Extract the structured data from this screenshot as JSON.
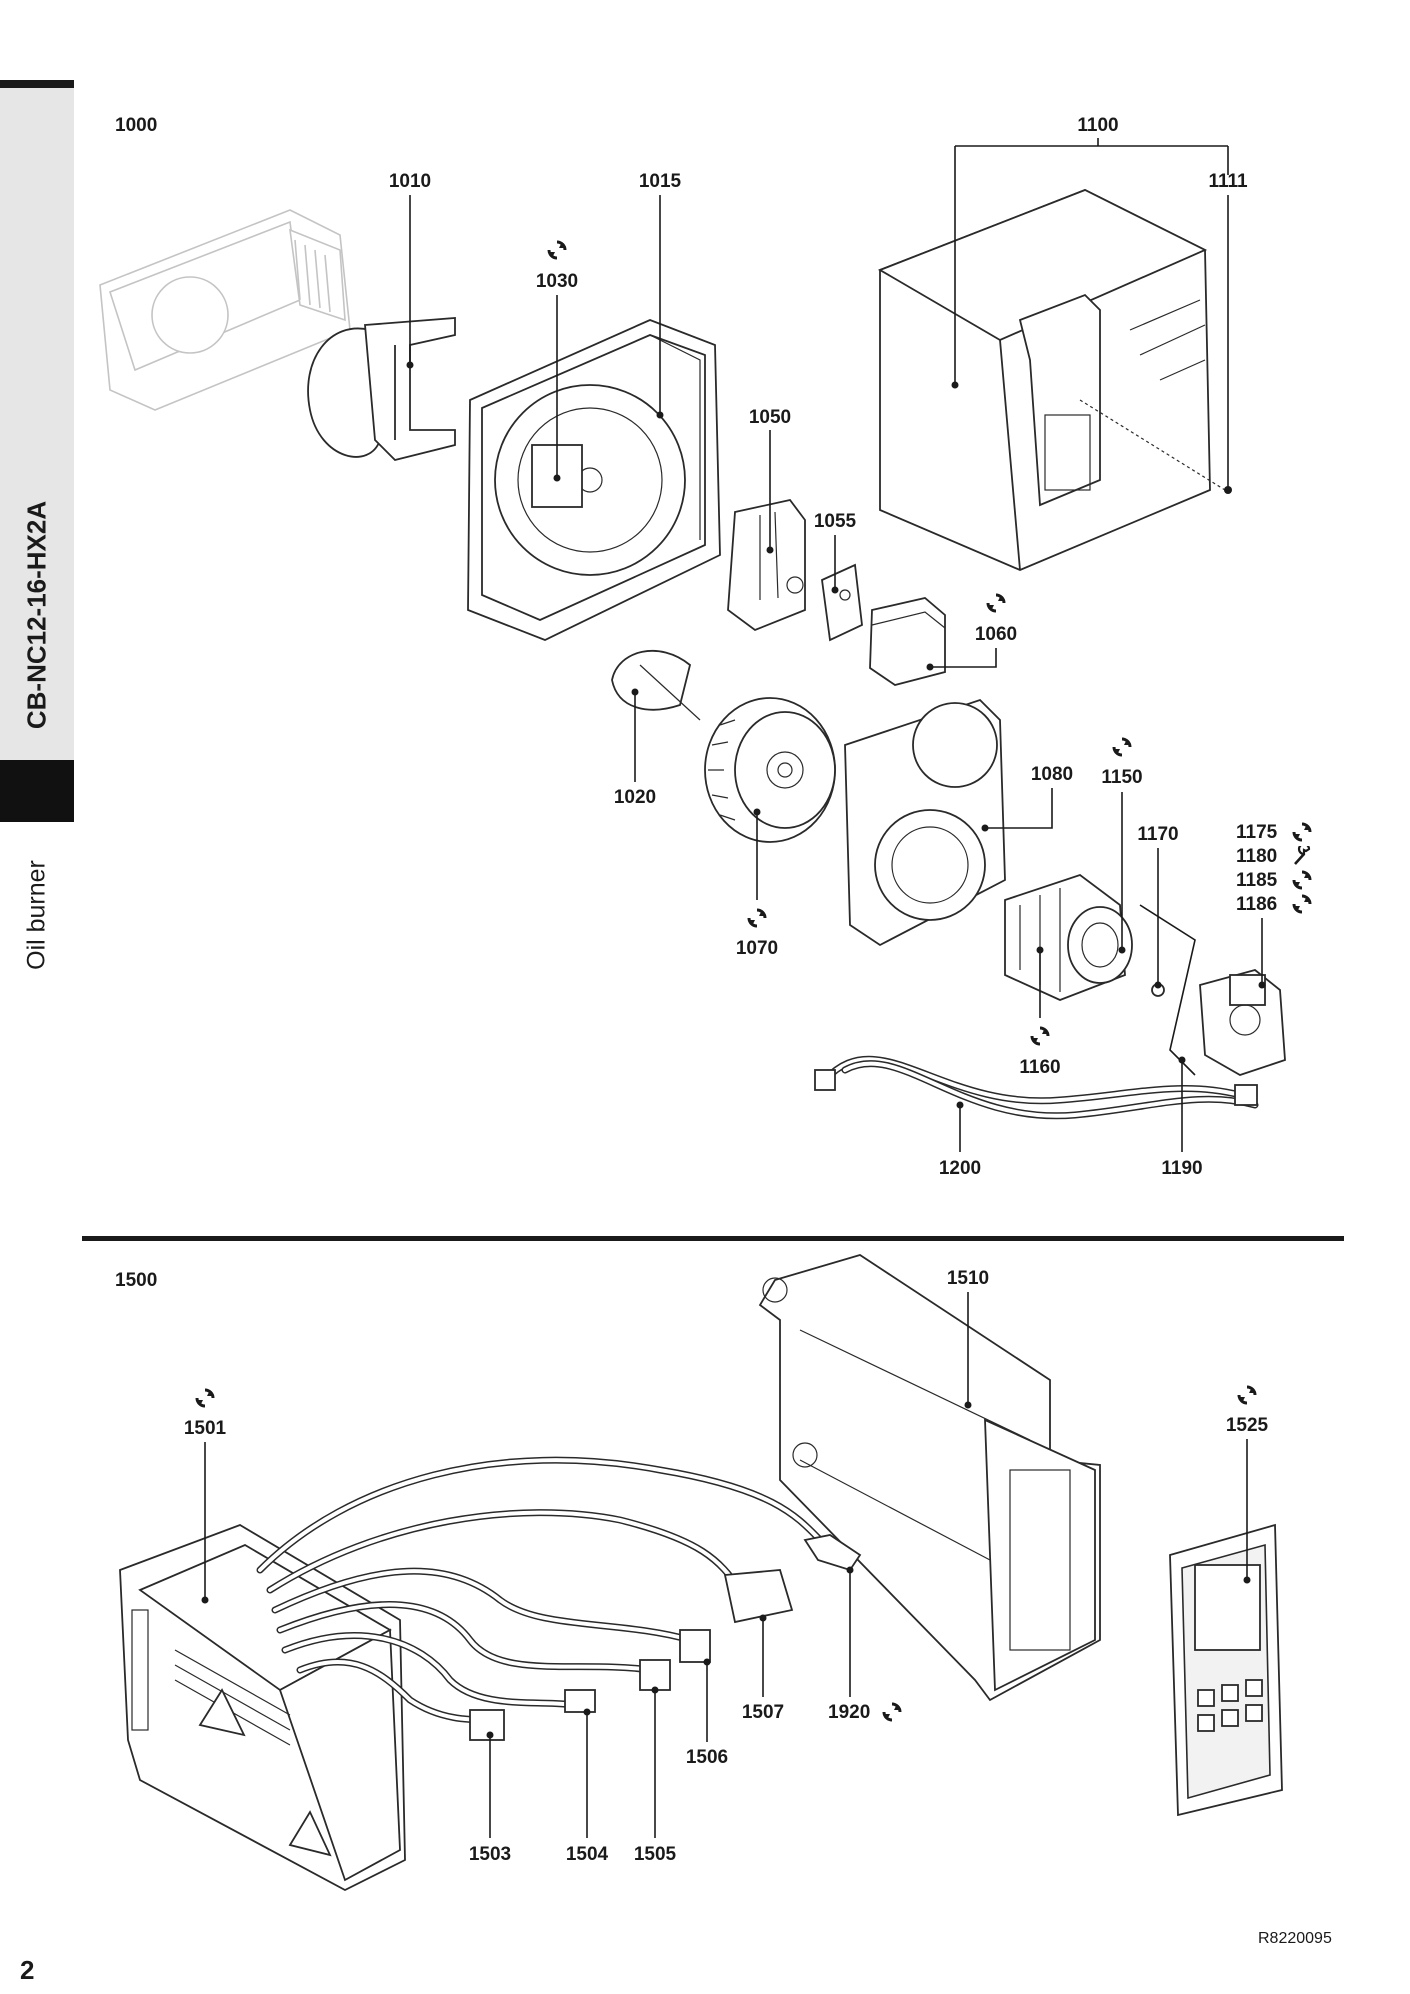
{
  "sidebar": {
    "model_code": "CB-NC12-16-HX2A",
    "section": "Oil burner"
  },
  "page_number": "2",
  "doc_ref": "R8220095",
  "top_assembly": {
    "group_label": "1000",
    "parts": [
      {
        "number": "1010"
      },
      {
        "number": "1015"
      },
      {
        "number": "1030",
        "symbol": "replace-icon"
      },
      {
        "number": "1050"
      },
      {
        "number": "1055"
      },
      {
        "number": "1060",
        "symbol": "replace-icon"
      },
      {
        "number": "1020"
      },
      {
        "number": "1070",
        "symbol": "replace-icon"
      },
      {
        "number": "1080"
      },
      {
        "number": "1100"
      },
      {
        "number": "1111"
      },
      {
        "number": "1150",
        "symbol": "replace-icon"
      },
      {
        "number": "1160",
        "symbol": "replace-icon"
      },
      {
        "number": "1170"
      },
      {
        "number": "1175",
        "symbol": "replace-icon"
      },
      {
        "number": "1180",
        "symbol": "wrench-icon"
      },
      {
        "number": "1185",
        "symbol": "replace-icon"
      },
      {
        "number": "1186",
        "symbol": "replace-icon"
      },
      {
        "number": "1190"
      },
      {
        "number": "1200"
      }
    ]
  },
  "bottom_assembly": {
    "group_label": "1500",
    "parts": [
      {
        "number": "1501",
        "symbol": "replace-icon"
      },
      {
        "number": "1503"
      },
      {
        "number": "1504"
      },
      {
        "number": "1505"
      },
      {
        "number": "1506"
      },
      {
        "number": "1507"
      },
      {
        "number": "1510"
      },
      {
        "number": "1525",
        "symbol": "replace-icon"
      },
      {
        "number": "1920",
        "symbol": "replace-icon"
      }
    ]
  }
}
